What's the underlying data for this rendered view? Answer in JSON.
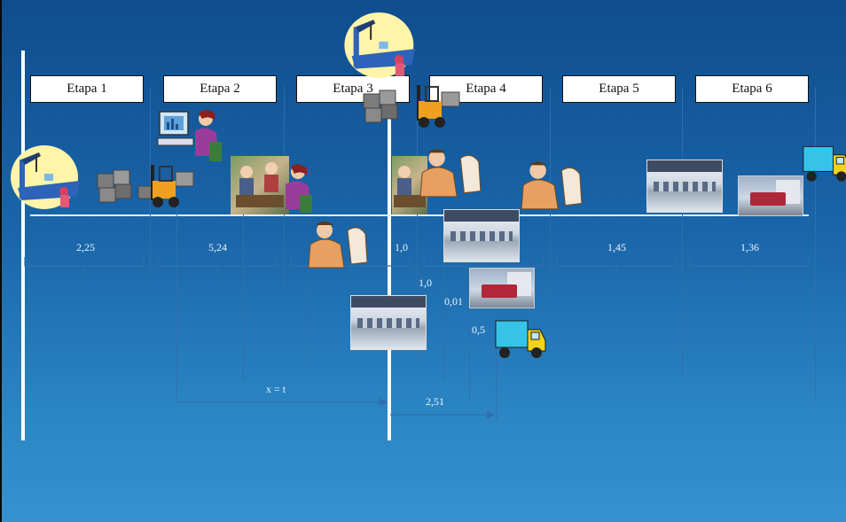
{
  "stages": [
    "Etapa 1",
    "Etapa 2",
    "Etapa 3",
    "Etapa 4",
    "Etapa 5",
    "Etapa 6"
  ],
  "durations": {
    "etapa_1": "2,25",
    "etapa_2": "5,24",
    "etapa_3": "1,0",
    "etapa_4_a": "1,0",
    "etapa_4_b": "0,01",
    "etapa_4_c": "0,5",
    "etapa_5": "1,45",
    "etapa_6": "1,36"
  },
  "annotations": {
    "interval_label": "x = t",
    "interval_total": "2,51"
  },
  "icons": [
    "ship-crane-icon",
    "boxes-forklift-icon",
    "office-worker-icon",
    "meeting-icon",
    "customs-officer-icon",
    "warehouse-photo-icon",
    "truck-photo-icon",
    "truck-icon"
  ],
  "colors": {
    "background_top": "#0f4d8e",
    "background_bottom": "#3592cf",
    "lines": "#2f6fb0",
    "text": "#e8f4ff"
  }
}
